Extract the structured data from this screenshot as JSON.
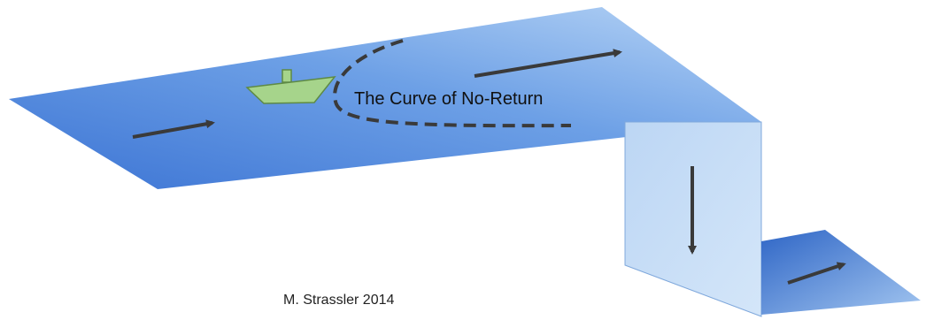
{
  "diagram": {
    "curve_label": "The Curve of No-Return",
    "credit": "M. Strassler 2014",
    "icons": {
      "boat": "boat-icon",
      "flow_arrows": "arrow-icon",
      "boundary": "dashed-curve"
    },
    "colors": {
      "upper_plane_dark": "#3b78d6",
      "upper_plane_light": "#a9cbf2",
      "waterfall_face": "#c4dcf6",
      "lower_plane_dark": "#2f69c9",
      "lower_plane_light": "#9fc3ef",
      "boat_fill": "#a6d48b",
      "boat_stroke": "#5e8a45",
      "arrow": "#3a3a3a",
      "dashed_curve": "#3a3a3a"
    }
  }
}
